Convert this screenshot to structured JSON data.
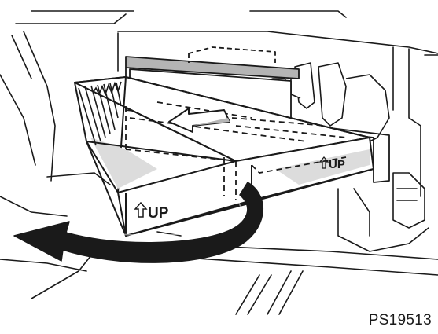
{
  "figure": {
    "reference_code": "PS19513",
    "filter_front_label": "UP",
    "filter_side_label": "UP"
  },
  "colors": {
    "line": "#1a1a1a",
    "shade": "#b4b4b4",
    "light_shade": "#dcdcdc",
    "background": "#ffffff"
  },
  "icons": {
    "slide_direction": "arrow-left-icon",
    "rotate_direction": "curved-arrow-icon",
    "orientation": "arrow-up-icon"
  }
}
